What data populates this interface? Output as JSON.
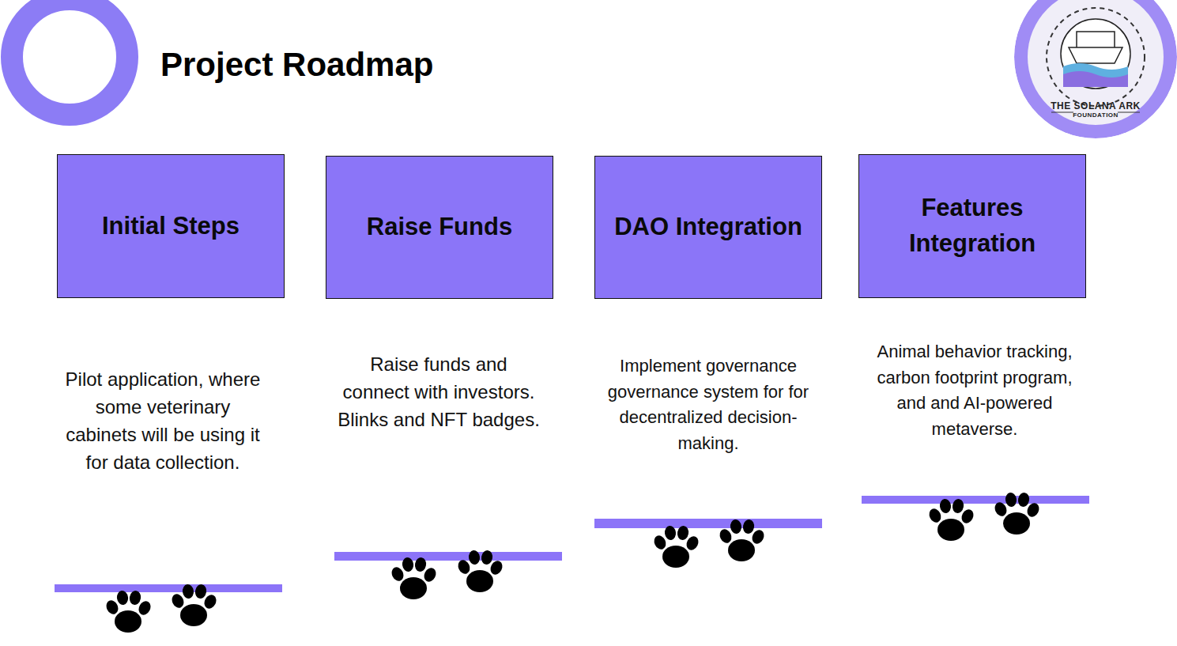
{
  "diagram": {
    "title": "Project Roadmap",
    "nodes": [
      {
        "text": [
          "Initial Steps"
        ]
      },
      {
        "text": [
          "Raise Funds"
        ]
      },
      {
        "text": [
          "DAO Integration"
        ]
      },
      {
        "text": [
          "Features Integration"
        ]
      }
    ],
    "edges": [],
    "labels": [
      "Pilot application, where some veterinary cabinets will be using it for data collection.",
      "Raise funds and connect with investors. Blinks and NFT badges.",
      "Implement governance governance system for for decentralized decision-making.",
      "Animal behavior tracking, carbon footprint program, and and AI-powered metaverse.",
      "THE SOLANA ARK",
      "FOUNDATION"
    ]
  }
}
